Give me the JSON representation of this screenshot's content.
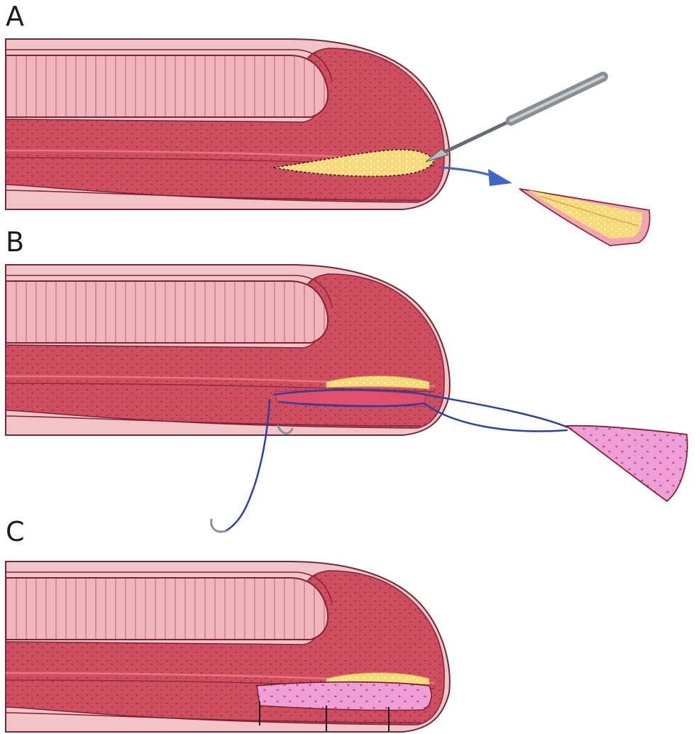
{
  "panels": {
    "a": {
      "label": "A"
    },
    "b": {
      "label": "B"
    },
    "c": {
      "label": "C"
    }
  },
  "colors": {
    "skin": "#f3c4c7",
    "tissue": "#cf4f61",
    "tissue_dots": "#a8344a",
    "corpora_stripe": "#efb7bd",
    "urethra_line": "#e8767f",
    "plaque_yellow": "#f6da7a",
    "suture_blue": "#2f3fa0",
    "arrow_blue": "#3f66c6",
    "graft_pink": "#ef9ed6",
    "instrument_gray": "#8a8f94"
  },
  "icons": {
    "scalpel": "scalpel-icon",
    "needle": "curved-needle-icon",
    "arrow": "transfer-arrow-icon"
  }
}
